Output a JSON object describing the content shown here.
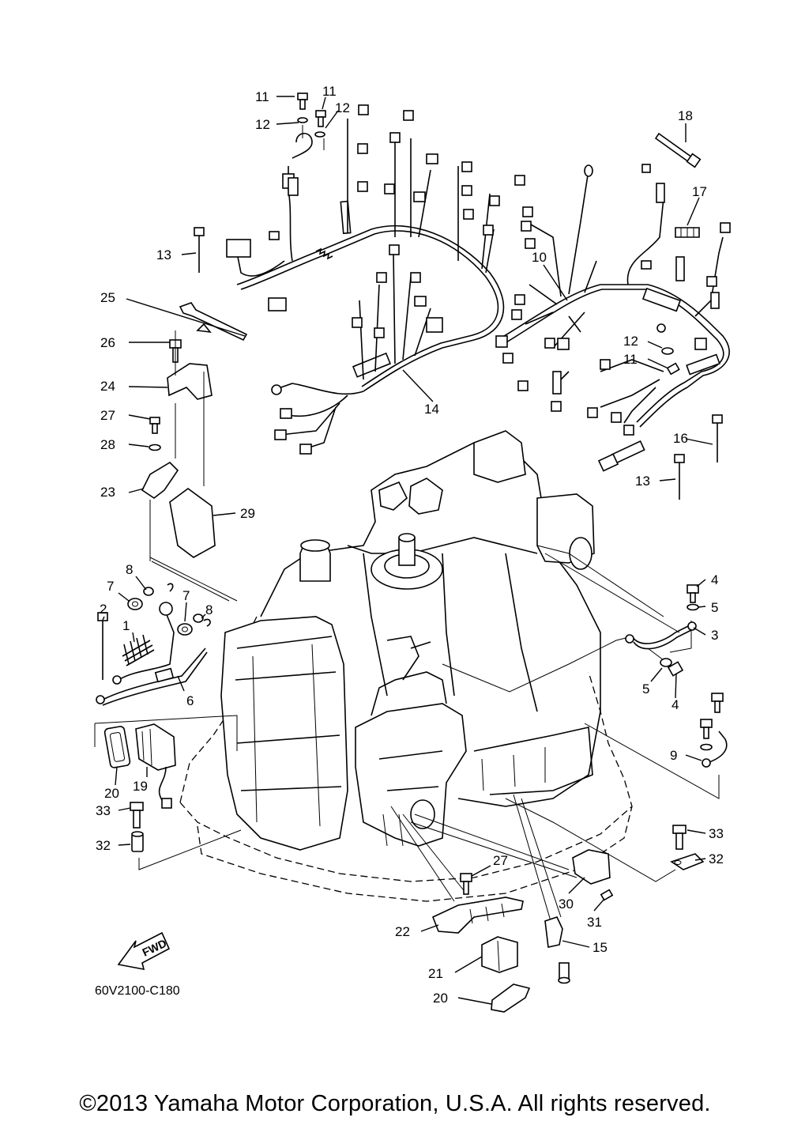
{
  "diagram": {
    "drawing_code": "60V2100-C180",
    "direction_label": "FWD",
    "copyright": "©2013 Yamaha Motor Corporation, U.S.A. All rights reserved.",
    "callouts": [
      "1",
      "2",
      "3",
      "4",
      "5",
      "6",
      "7",
      "8",
      "9",
      "10",
      "11",
      "12",
      "13",
      "14",
      "15",
      "16",
      "17",
      "18",
      "19",
      "20",
      "21",
      "22",
      "23",
      "24",
      "25",
      "26",
      "27",
      "28",
      "29",
      "30",
      "31",
      "32",
      "33"
    ],
    "labels": [
      {
        "id": "11a",
        "text": "11"
      },
      {
        "id": "11b",
        "text": "11"
      },
      {
        "id": "12a",
        "text": "12"
      },
      {
        "id": "12b",
        "text": "12"
      },
      {
        "id": "18",
        "text": "18"
      },
      {
        "id": "17",
        "text": "17"
      },
      {
        "id": "13a",
        "text": "13"
      },
      {
        "id": "10",
        "text": "10"
      },
      {
        "id": "25",
        "text": "25"
      },
      {
        "id": "26",
        "text": "26"
      },
      {
        "id": "12c",
        "text": "12"
      },
      {
        "id": "11c",
        "text": "11"
      },
      {
        "id": "24",
        "text": "24"
      },
      {
        "id": "14",
        "text": "14"
      },
      {
        "id": "27a",
        "text": "27"
      },
      {
        "id": "16",
        "text": "16"
      },
      {
        "id": "28",
        "text": "28"
      },
      {
        "id": "13b",
        "text": "13"
      },
      {
        "id": "23",
        "text": "23"
      },
      {
        "id": "29",
        "text": "29"
      },
      {
        "id": "8a",
        "text": "8"
      },
      {
        "id": "4a",
        "text": "4"
      },
      {
        "id": "7a",
        "text": "7"
      },
      {
        "id": "7b",
        "text": "7"
      },
      {
        "id": "8b",
        "text": "8"
      },
      {
        "id": "5a",
        "text": "5"
      },
      {
        "id": "2",
        "text": "2"
      },
      {
        "id": "3",
        "text": "3"
      },
      {
        "id": "1",
        "text": "1"
      },
      {
        "id": "6",
        "text": "6"
      },
      {
        "id": "5b",
        "text": "5"
      },
      {
        "id": "4b",
        "text": "4"
      },
      {
        "id": "9",
        "text": "9"
      },
      {
        "id": "20a",
        "text": "20"
      },
      {
        "id": "19",
        "text": "19"
      },
      {
        "id": "33a",
        "text": "33"
      },
      {
        "id": "32a",
        "text": "32"
      },
      {
        "id": "33b",
        "text": "33"
      },
      {
        "id": "32b",
        "text": "32"
      },
      {
        "id": "27b",
        "text": "27"
      },
      {
        "id": "30",
        "text": "30"
      },
      {
        "id": "31",
        "text": "31"
      },
      {
        "id": "22",
        "text": "22"
      },
      {
        "id": "15",
        "text": "15"
      },
      {
        "id": "21",
        "text": "21"
      },
      {
        "id": "20b",
        "text": "20"
      }
    ]
  }
}
